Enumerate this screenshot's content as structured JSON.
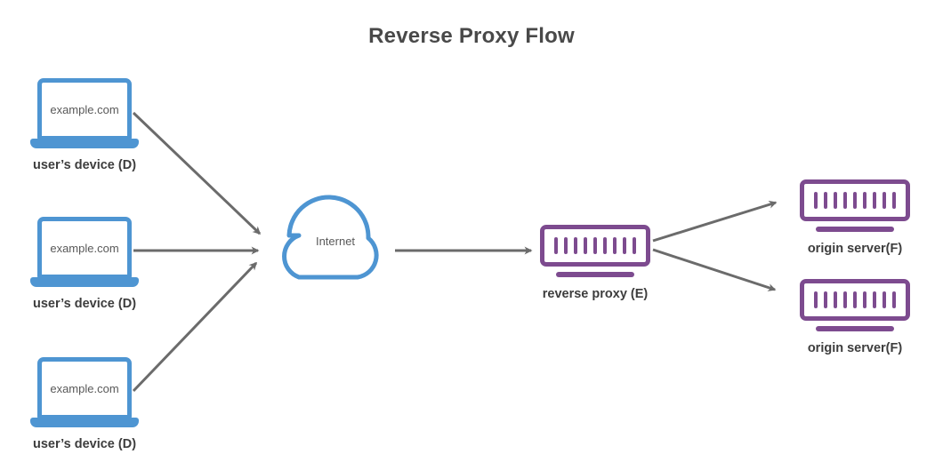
{
  "title": "Reverse Proxy Flow",
  "colors": {
    "device_blue": "#4e95d2",
    "server_purple": "#7d4b8f",
    "arrow_gray": "#6b6b6b",
    "title_text": "#494949",
    "caption_text": "#3d3d3d",
    "muted_text": "#595959"
  },
  "devices": [
    {
      "screen_label": "example.com",
      "caption": "user’s device (D)"
    },
    {
      "screen_label": "example.com",
      "caption": "user’s device (D)"
    },
    {
      "screen_label": "example.com",
      "caption": "user’s device (D)"
    }
  ],
  "internet": {
    "label": "Internet"
  },
  "reverse_proxy": {
    "caption": "reverse proxy (E)"
  },
  "origin_servers": [
    {
      "caption": "origin server(F)"
    },
    {
      "caption": "origin server(F)"
    }
  ]
}
